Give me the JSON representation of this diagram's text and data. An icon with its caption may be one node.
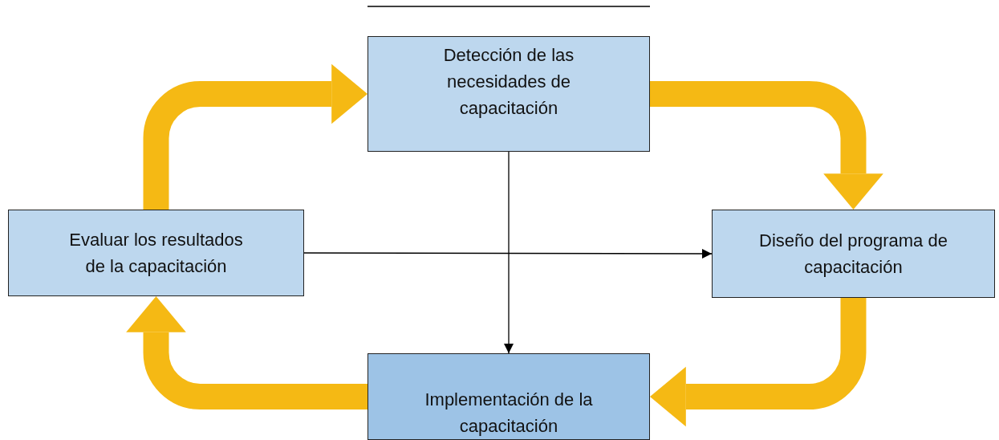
{
  "diagram": {
    "nodes": [
      {
        "text": [
          "Detección de las necesidades de capacitación"
        ]
      },
      {
        "text": [
          "Diseño del programa de capacitación"
        ]
      },
      {
        "text": [
          "Implementación de la capacitación"
        ]
      },
      {
        "text": [
          "Evaluar los resultados de la capacitación"
        ]
      }
    ],
    "edges": [
      {
        "from": 3,
        "to": 0,
        "arrow": "to"
      },
      {
        "from": 0,
        "to": 1,
        "arrow": "to"
      },
      {
        "from": 1,
        "to": 2,
        "arrow": "to"
      },
      {
        "from": 2,
        "to": 3,
        "arrow": "to"
      },
      {
        "from": 0,
        "to": 2,
        "arrow": "to",
        "color": "#000000"
      },
      {
        "from": 3,
        "to": 1,
        "arrow": "to",
        "color": "#000000"
      }
    ]
  }
}
